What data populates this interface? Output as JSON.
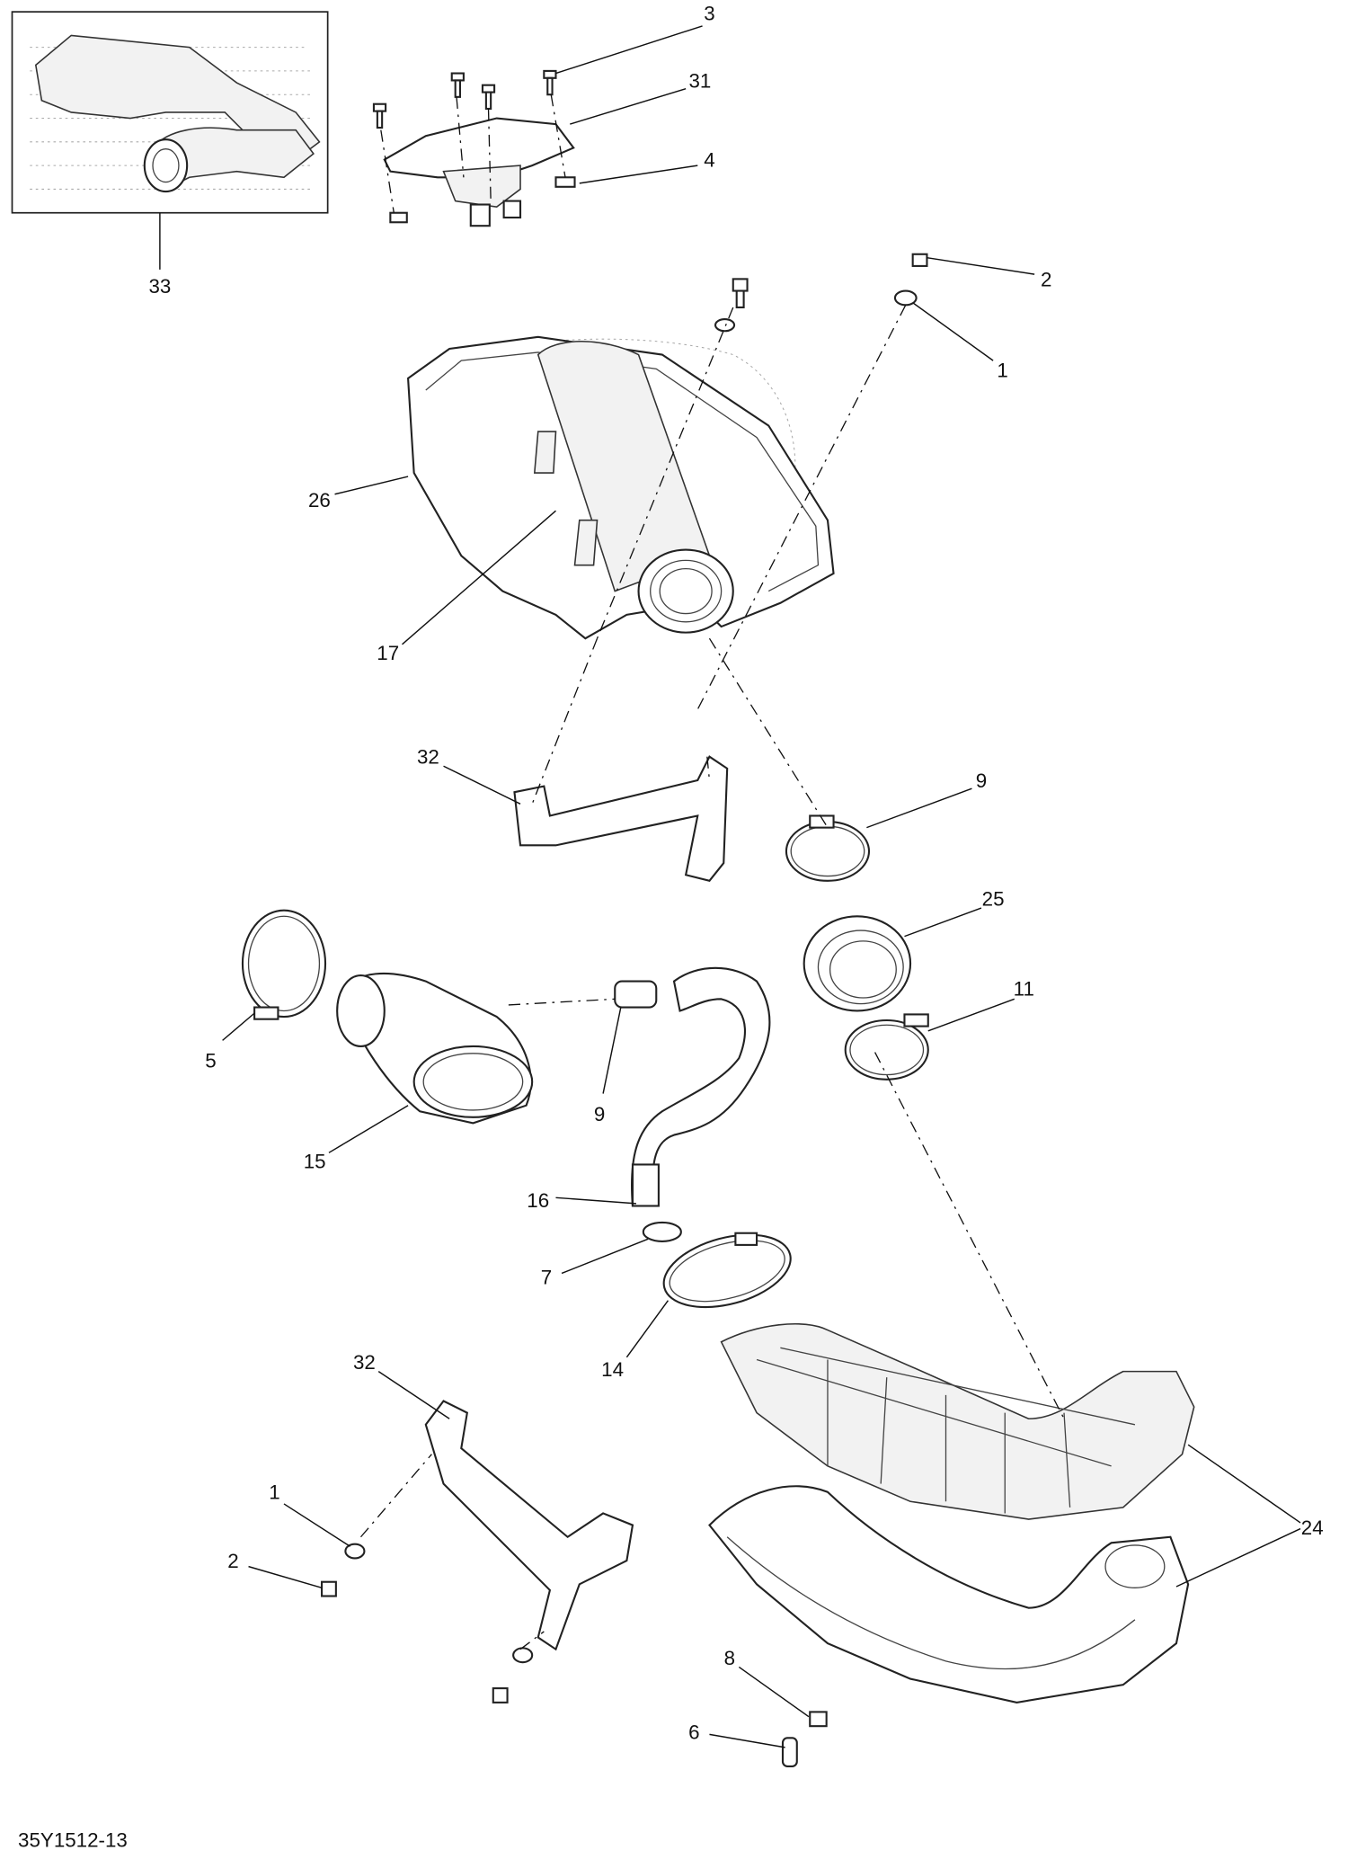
{
  "diagram": {
    "drawing_number": "35Y1512-13",
    "callouts": [
      "3",
      "31",
      "4",
      "33",
      "2",
      "1",
      "26",
      "17",
      "32",
      "9",
      "25",
      "11",
      "5",
      "9",
      "15",
      "16",
      "7",
      "14",
      "32",
      "24",
      "1",
      "2",
      "8",
      "6"
    ],
    "line_color": "#222222",
    "background": "#ffffff"
  }
}
